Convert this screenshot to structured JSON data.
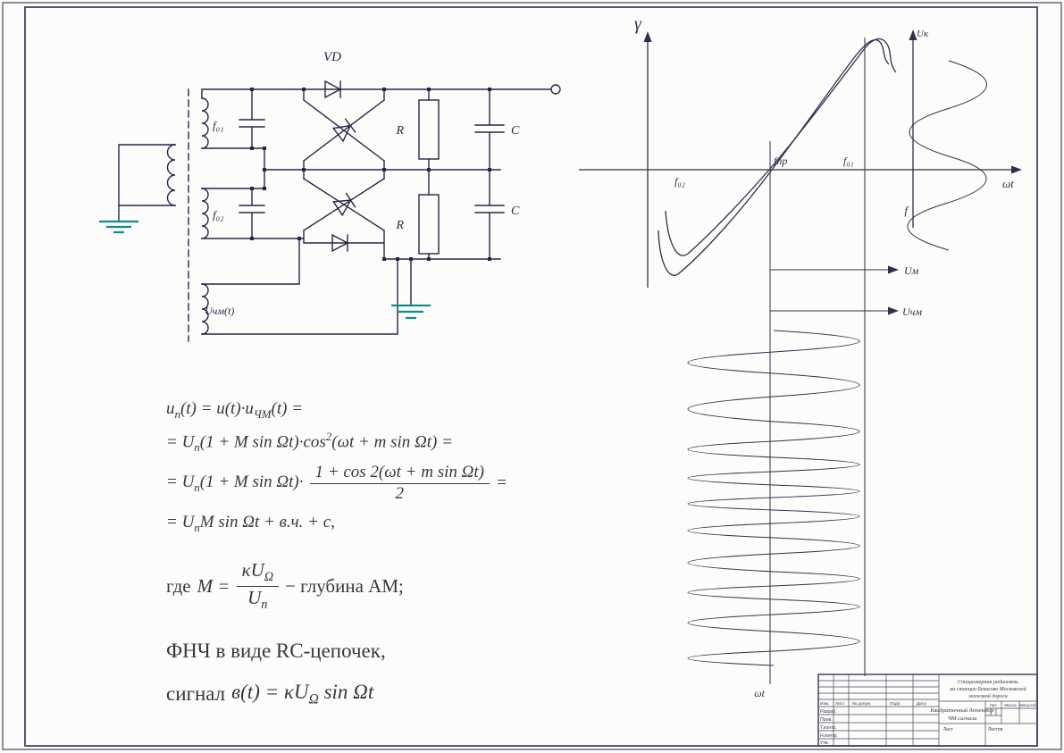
{
  "page": {
    "kind": "scanned technical drawing"
  },
  "colors": {
    "line": "#26264a",
    "ground": "#0d8d8d",
    "frame": "#44445e"
  },
  "circuit": {
    "vd_label": "VD",
    "winding1_label": "f₀₁",
    "winding2_label": "f₀₂",
    "winding3_label": "Uчм(t)",
    "r1_label": "R",
    "r2_label": "R",
    "c1_label": "C",
    "c2_label": "C"
  },
  "graph": {
    "y_axis_label": "γ",
    "x_axis_label": "ωt",
    "f02_label": "f₀₂",
    "fpr_label": "fпр",
    "f01_label": "f₀₁",
    "uk_label": "Uк",
    "f_label": "f",
    "um_label": "Uм",
    "uchm_label": "Uчм",
    "omega_t_bottom_label": "ωt"
  },
  "formulas": {
    "line1": "u_{n}(t) = u(t)·u_{ЧМ}(t) =",
    "line2": "= U_{n}(1 + M sin Ωt)·cos^{2}(ωt + m sin Ωt) =",
    "line3_prefix": "= U_{n}(1 + M sin Ωt)·",
    "line3_num": "1 + cos 2(ωt + m sin Ωt)",
    "line3_den": "2",
    "line3_suffix": "=",
    "line4": "= U_{n}M sin Ωt + в.ч. + с,",
    "line5_word": "где",
    "line5_lhs": "M =",
    "line5_num": "κU_{Ω}",
    "line5_den": "U_{n}",
    "line5_rhs": "− глубина АМ;",
    "line6": "ФНЧ в виде RC-цепочек,",
    "line7_word": "сигнал",
    "line7_math": "в(t) = κU_{Ω} sin Ωt"
  },
  "titleblock": {
    "project_lines": [
      "Стационарная радиосвязь",
      "на станции Бекасово Московской",
      "железной дороги"
    ],
    "title_lines": [
      "Квадратичный детектор",
      "ЧМ сигнала"
    ],
    "header_cols": [
      "Изм.",
      "Лист",
      "№ докум.",
      "Подп.",
      "Дата"
    ],
    "row_labels": [
      "Разраб.",
      "Пров.",
      "Т.контр.",
      "Н.контр.",
      "Утв."
    ],
    "lit_label": "Лит.",
    "mass_label": "Масса",
    "scale_label": "Масштаб",
    "sheet_label": "Лист",
    "sheets_label": "Листов"
  }
}
